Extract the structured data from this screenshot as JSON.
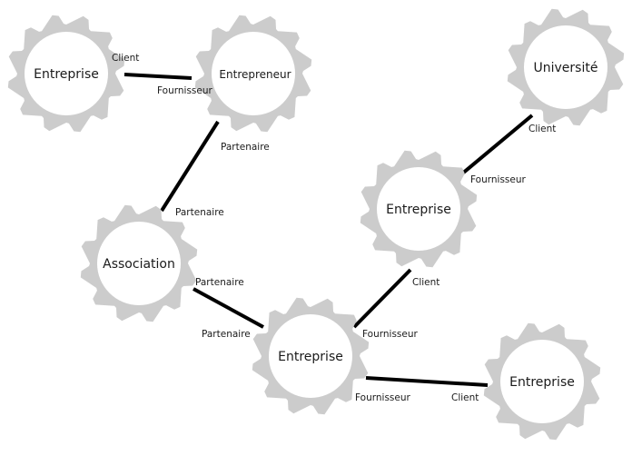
{
  "diagram": {
    "style": {
      "gear_color": "#cccccc",
      "gear_inner_color": "#ffffff",
      "line_color": "#000000",
      "text_color": "#1a1a1a"
    },
    "nodes": [
      {
        "id": "entreprise-1",
        "label": "Entreprise"
      },
      {
        "id": "entrepreneur",
        "label": "Entrepreneur"
      },
      {
        "id": "universite",
        "label": "Université"
      },
      {
        "id": "entreprise-2",
        "label": "Entreprise"
      },
      {
        "id": "association",
        "label": "Association"
      },
      {
        "id": "entreprise-3",
        "label": "Entreprise"
      },
      {
        "id": "entreprise-4",
        "label": "Entreprise"
      }
    ],
    "edges": [
      {
        "from": "entreprise-1",
        "to": "entrepreneur",
        "from_role": "Client",
        "to_role": "Fournisseur"
      },
      {
        "from": "entrepreneur",
        "to": "association",
        "from_role": "Partenaire",
        "to_role": "Partenaire"
      },
      {
        "from": "universite",
        "to": "entreprise-2",
        "from_role": "Client",
        "to_role": "Fournisseur"
      },
      {
        "from": "association",
        "to": "entreprise-3",
        "from_role": "Partenaire",
        "to_role": "Partenaire"
      },
      {
        "from": "entreprise-2",
        "to": "entreprise-3",
        "from_role": "Client",
        "to_role": "Fournisseur"
      },
      {
        "from": "entreprise-3",
        "to": "entreprise-4",
        "from_role": "Fournisseur",
        "to_role": "Client"
      }
    ]
  }
}
